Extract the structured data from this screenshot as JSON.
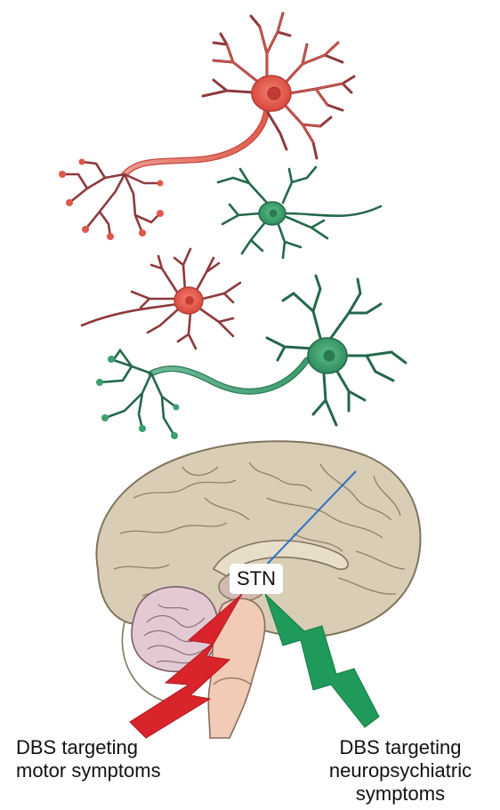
{
  "stn_label": "STN",
  "captions": {
    "motor": [
      "DBS targeting",
      "motor symptoms"
    ],
    "neuro": [
      "DBS targeting",
      "neuropsychiatric",
      "symptoms"
    ]
  },
  "colors": {
    "red_neuron": "#e05f52",
    "green_neuron": "#3a9a6a",
    "brain": "#d9cdb5",
    "cerebellum": "#e3c9d4",
    "brainstem": "#f1cbb6",
    "red_bolt": "#d8242a",
    "green_bolt": "#1f9a5a",
    "electrode_line": "#2f6fc6"
  }
}
